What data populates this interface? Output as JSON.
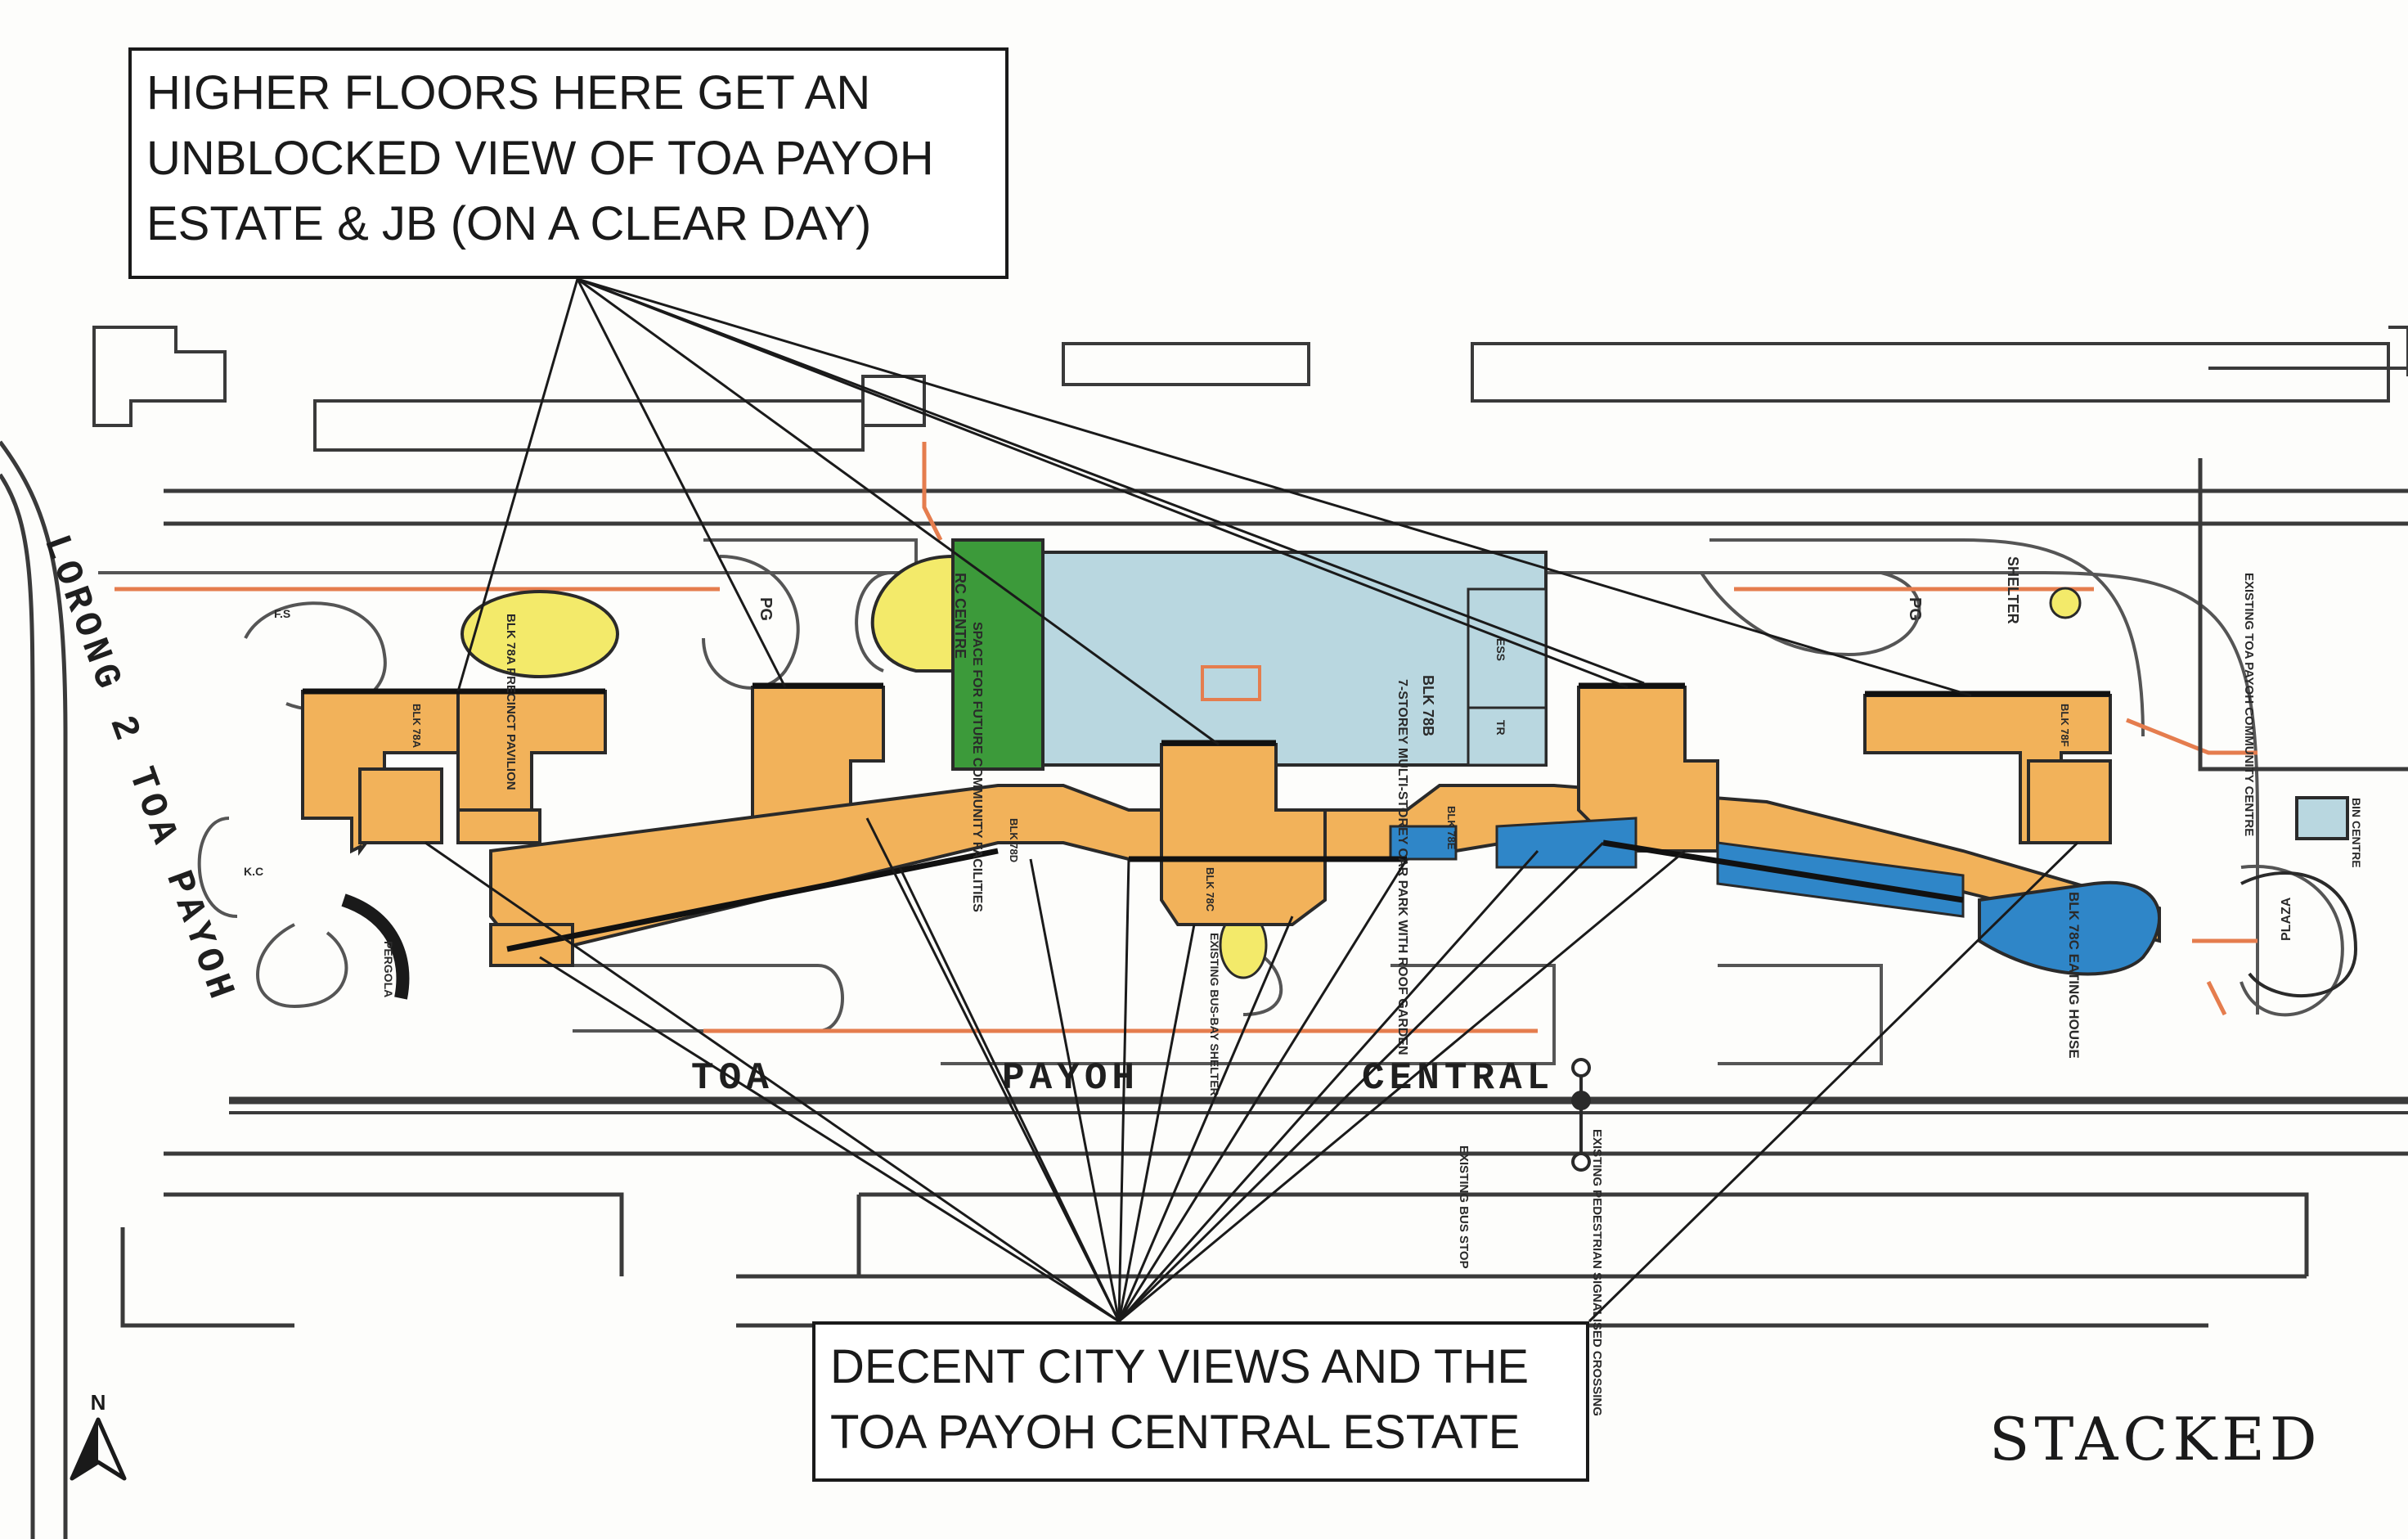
{
  "callouts": {
    "top": [
      "HIGHER FLOORS HERE GET AN",
      "UNBLOCKED VIEW OF TOA PAYOH",
      "ESTATE & JB (ON A CLEAR DAY)"
    ],
    "bottom": [
      "DECENT CITY VIEWS AND THE",
      "TOA PAYOH CENTRAL ESTATE"
    ]
  },
  "brand": "STACKED",
  "compass": "N",
  "roads": {
    "west": "LORONG 2 TOA PAYOH",
    "south_1": "TOA",
    "south_2": "PAYOH",
    "south_3": "CENTRAL"
  },
  "labels": {
    "rc_centre": "RC CENTRE",
    "space_future": "SPACE FOR FUTURE COMMUNITY FACILITIES",
    "blk_78b": "BLK 78B",
    "carpark": "7-STOREY MULTI-STOREY CAR PARK WITH ROOF GARDEN",
    "blk_78a": "BLK 78A",
    "precinct_pavilion": "BLK 78A PRECINCT PAVILION",
    "blk_78c": "BLK 78C",
    "blk_78d": "BLK 78D",
    "blk_78e": "BLK 78E",
    "blk_78f": "BLK 78F",
    "blk_78c_eating": "BLK 78C EATING HOUSE",
    "pg_1": "PG",
    "pg_2": "PG",
    "shelter": "SHELTER",
    "existing_cc": "EXISTING TOA PAYOH COMMUNITY CENTRE",
    "bin_centre": "BIN CENTRE",
    "plaza": "PLAZA",
    "existing_bus_shelter": "EXISTING BUS-BAY SHELTER",
    "existing_bus_stop": "EXISTING BUS STOP",
    "ped_crossing": "EXISTING PEDESTRIAN SIGNALISED CROSSING",
    "pergola": "PERGOLA",
    "fs": "F.S",
    "kc": "K.C",
    "ess": "ESS",
    "tr": "TR"
  },
  "colors": {
    "blocks": "#f2b25a",
    "carpark": "#b9d7e0",
    "future_facility": "#3c9a3a",
    "pavilion": "#f3ea6a",
    "water_blue": "#2f86c8",
    "path_orange": "#e57d4e",
    "linework": "#2a2a2a"
  }
}
